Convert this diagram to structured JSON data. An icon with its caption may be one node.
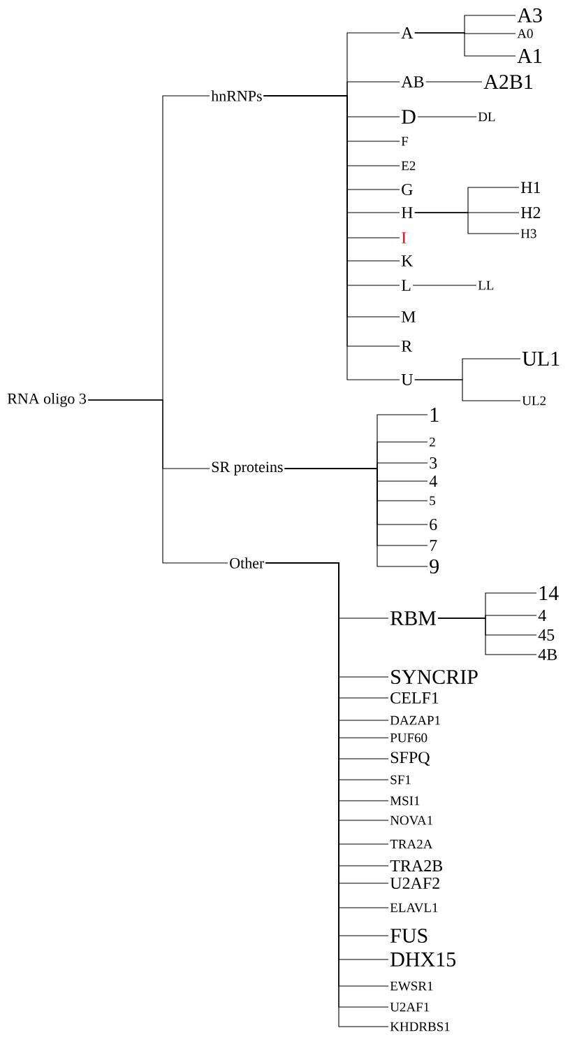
{
  "diagram": {
    "nodes": [
      {
        "text": [
          "RNA oligo 3"
        ]
      },
      {
        "text": [
          "hnRNPs"
        ]
      },
      {
        "text": [
          "A"
        ]
      },
      {
        "text": [
          "AB"
        ]
      },
      {
        "text": [
          "D"
        ]
      },
      {
        "text": [
          "F"
        ]
      },
      {
        "text": [
          "E2"
        ]
      },
      {
        "text": [
          "G"
        ]
      },
      {
        "text": [
          "H"
        ]
      },
      {
        "text": [
          "I"
        ]
      },
      {
        "text": [
          "K"
        ]
      },
      {
        "text": [
          "L"
        ]
      },
      {
        "text": [
          "M"
        ]
      },
      {
        "text": [
          "R"
        ]
      },
      {
        "text": [
          "U"
        ]
      },
      {
        "text": [
          "A3"
        ]
      },
      {
        "text": [
          "A0"
        ]
      },
      {
        "text": [
          "A1"
        ]
      },
      {
        "text": [
          "A2B1"
        ]
      },
      {
        "text": [
          "DL"
        ]
      },
      {
        "text": [
          "H1"
        ]
      },
      {
        "text": [
          "H2"
        ]
      },
      {
        "text": [
          "H3"
        ]
      },
      {
        "text": [
          "LL"
        ]
      },
      {
        "text": [
          "UL1"
        ]
      },
      {
        "text": [
          "UL2"
        ]
      },
      {
        "text": [
          "SR proteins"
        ]
      },
      {
        "text": [
          "1"
        ]
      },
      {
        "text": [
          "2"
        ]
      },
      {
        "text": [
          "3"
        ]
      },
      {
        "text": [
          "4"
        ]
      },
      {
        "text": [
          "5"
        ]
      },
      {
        "text": [
          "6"
        ]
      },
      {
        "text": [
          "7"
        ]
      },
      {
        "text": [
          "9"
        ]
      },
      {
        "text": [
          "Other"
        ]
      },
      {
        "text": [
          "RBM"
        ]
      },
      {
        "text": [
          "14"
        ]
      },
      {
        "text": [
          "4"
        ]
      },
      {
        "text": [
          "45"
        ]
      },
      {
        "text": [
          "4B"
        ]
      },
      {
        "text": [
          "SYNCRIP"
        ]
      },
      {
        "text": [
          "CELF1"
        ]
      },
      {
        "text": [
          "DAZAP1"
        ]
      },
      {
        "text": [
          "PUF60"
        ]
      },
      {
        "text": [
          "SFPQ"
        ]
      },
      {
        "text": [
          "SF1"
        ]
      },
      {
        "text": [
          "MSI1"
        ]
      },
      {
        "text": [
          "NOVA1"
        ]
      },
      {
        "text": [
          "TRA2A"
        ]
      },
      {
        "text": [
          "TRA2B"
        ]
      },
      {
        "text": [
          "U2AF2"
        ]
      },
      {
        "text": [
          "ELAVL1"
        ]
      },
      {
        "text": [
          "FUS"
        ]
      },
      {
        "text": [
          "DHX15"
        ]
      },
      {
        "text": [
          "EWSR1"
        ]
      },
      {
        "text": [
          "U2AF1"
        ]
      },
      {
        "text": [
          "KHDRBS1"
        ]
      }
    ],
    "edges": [
      {
        "from": 0,
        "to": 1,
        "arrow": "none"
      },
      {
        "from": 0,
        "to": 26,
        "arrow": "none"
      },
      {
        "from": 0,
        "to": 35,
        "arrow": "none"
      },
      {
        "from": 1,
        "to": 2,
        "arrow": "none"
      },
      {
        "from": 1,
        "to": 3,
        "arrow": "none"
      },
      {
        "from": 1,
        "to": 4,
        "arrow": "none"
      },
      {
        "from": 1,
        "to": 5,
        "arrow": "none"
      },
      {
        "from": 1,
        "to": 6,
        "arrow": "none"
      },
      {
        "from": 1,
        "to": 7,
        "arrow": "none"
      },
      {
        "from": 1,
        "to": 8,
        "arrow": "none"
      },
      {
        "from": 1,
        "to": 9,
        "arrow": "none"
      },
      {
        "from": 1,
        "to": 10,
        "arrow": "none"
      },
      {
        "from": 1,
        "to": 11,
        "arrow": "none"
      },
      {
        "from": 1,
        "to": 12,
        "arrow": "none"
      },
      {
        "from": 1,
        "to": 13,
        "arrow": "none"
      },
      {
        "from": 1,
        "to": 14,
        "arrow": "none"
      },
      {
        "from": 2,
        "to": 15,
        "arrow": "none"
      },
      {
        "from": 2,
        "to": 16,
        "arrow": "none"
      },
      {
        "from": 2,
        "to": 17,
        "arrow": "none"
      },
      {
        "from": 3,
        "to": 18,
        "arrow": "none"
      },
      {
        "from": 4,
        "to": 19,
        "arrow": "none"
      },
      {
        "from": 8,
        "to": 20,
        "arrow": "none"
      },
      {
        "from": 8,
        "to": 21,
        "arrow": "none"
      },
      {
        "from": 8,
        "to": 22,
        "arrow": "none"
      },
      {
        "from": 11,
        "to": 23,
        "arrow": "none"
      },
      {
        "from": 14,
        "to": 24,
        "arrow": "none"
      },
      {
        "from": 14,
        "to": 25,
        "arrow": "none"
      },
      {
        "from": 26,
        "to": 27,
        "arrow": "none"
      },
      {
        "from": 26,
        "to": 28,
        "arrow": "none"
      },
      {
        "from": 26,
        "to": 29,
        "arrow": "none"
      },
      {
        "from": 26,
        "to": 30,
        "arrow": "none"
      },
      {
        "from": 26,
        "to": 31,
        "arrow": "none"
      },
      {
        "from": 26,
        "to": 32,
        "arrow": "none"
      },
      {
        "from": 26,
        "to": 33,
        "arrow": "none"
      },
      {
        "from": 26,
        "to": 34,
        "arrow": "none"
      },
      {
        "from": 35,
        "to": 36,
        "arrow": "none"
      },
      {
        "from": 36,
        "to": 37,
        "arrow": "none"
      },
      {
        "from": 36,
        "to": 38,
        "arrow": "none"
      },
      {
        "from": 36,
        "to": 39,
        "arrow": "none"
      },
      {
        "from": 36,
        "to": 40,
        "arrow": "none"
      },
      {
        "from": 35,
        "to": 41,
        "arrow": "none"
      },
      {
        "from": 35,
        "to": 42,
        "arrow": "none"
      },
      {
        "from": 35,
        "to": 43,
        "arrow": "none"
      },
      {
        "from": 35,
        "to": 44,
        "arrow": "none"
      },
      {
        "from": 35,
        "to": 45,
        "arrow": "none"
      },
      {
        "from": 35,
        "to": 46,
        "arrow": "none"
      },
      {
        "from": 35,
        "to": 47,
        "arrow": "none"
      },
      {
        "from": 35,
        "to": 48,
        "arrow": "none"
      },
      {
        "from": 35,
        "to": 49,
        "arrow": "none"
      },
      {
        "from": 35,
        "to": 50,
        "arrow": "none"
      },
      {
        "from": 35,
        "to": 51,
        "arrow": "none"
      },
      {
        "from": 35,
        "to": 52,
        "arrow": "none"
      },
      {
        "from": 35,
        "to": 53,
        "arrow": "none"
      },
      {
        "from": 35,
        "to": 54,
        "arrow": "none"
      },
      {
        "from": 35,
        "to": 55,
        "arrow": "none"
      },
      {
        "from": 35,
        "to": 56,
        "arrow": "none"
      },
      {
        "from": 35,
        "to": 57,
        "arrow": "none"
      }
    ]
  }
}
